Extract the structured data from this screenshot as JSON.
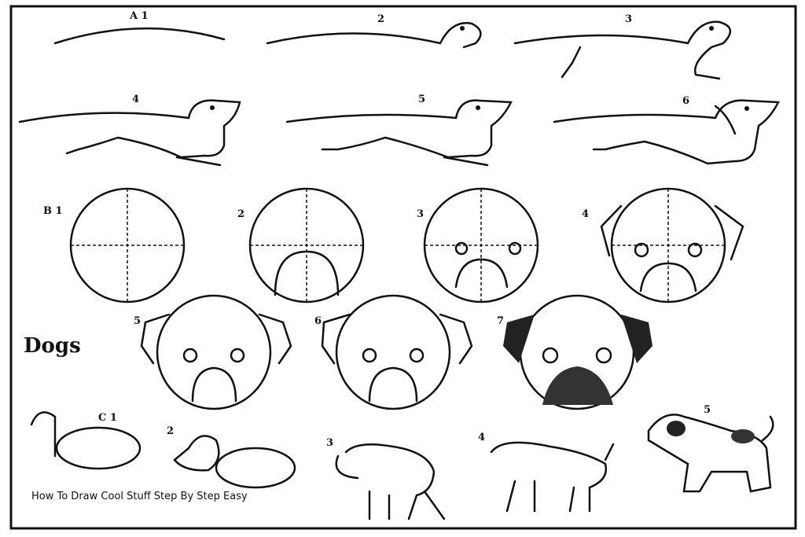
{
  "title": "Dogs",
  "caption": "How To Draw Cool Stuff Step By Step Easy",
  "sections": {
    "A": {
      "labels": [
        "A 1",
        "2",
        "3",
        "4",
        "5",
        "6"
      ]
    },
    "B": {
      "labels": [
        "B 1",
        "2",
        "3",
        "4",
        "5",
        "6",
        "7"
      ]
    },
    "C": {
      "labels": [
        "C 1",
        "2",
        "3",
        "4",
        "5"
      ]
    }
  }
}
